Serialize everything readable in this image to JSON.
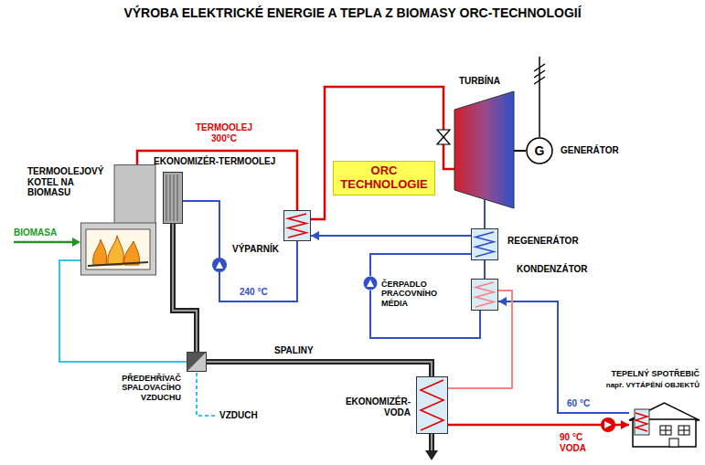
{
  "diagram": {
    "title": "VÝROBA ELEKTRICKÉ ENERGIE A TEPLA Z BIOMASY ORC-TECHNOLOGIÍ",
    "nodes": [
      {
        "text": [
          "TERMOOLEJOVÝ KOTEL NA BIOMASU"
        ]
      },
      {
        "text": [
          "EKONOMIZÉR-TERMOOLEJ"
        ]
      },
      {
        "text": [
          "VÝPARNÍK"
        ]
      },
      {
        "text": [
          "TURBÍNA"
        ]
      },
      {
        "text": [
          "G",
          "GENERÁTOR"
        ]
      },
      {
        "text": [
          "REGENERÁTOR"
        ]
      },
      {
        "text": [
          "KONDENZÁTOR"
        ]
      },
      {
        "text": [
          "ČERPADLO PRACOVNÍHO MÉDIA"
        ]
      },
      {
        "text": [
          "PŘEDEHŘÍVAČ SPALOVACÍHO VZDUCHU"
        ]
      },
      {
        "text": [
          "EKONOMIZÉR-VODA"
        ]
      },
      {
        "text": [
          "TEPELNÝ SPOTŘEBIČ",
          "např. VYTÁPĚNÍ OBJEKTŮ"
        ]
      },
      {
        "text": [
          "ORC TECHNOLOGIE"
        ]
      }
    ],
    "edges": [
      {
        "from": 0,
        "to": 2,
        "arrow": "none"
      },
      {
        "from": 2,
        "to": 1,
        "arrow": "none"
      },
      {
        "from": 2,
        "to": 3,
        "arrow": "none"
      },
      {
        "from": 3,
        "to": 4,
        "arrow": "none"
      },
      {
        "from": 3,
        "to": 5,
        "arrow": "none"
      },
      {
        "from": 5,
        "to": 6,
        "arrow": "none"
      },
      {
        "from": 6,
        "to": 7,
        "arrow": "none"
      },
      {
        "from": 7,
        "to": 5,
        "arrow": "none"
      },
      {
        "from": 5,
        "to": 2,
        "arrow": "to"
      },
      {
        "from": 1,
        "to": 8,
        "arrow": "none"
      },
      {
        "from": 8,
        "to": 0,
        "arrow": "none"
      },
      {
        "from": 8,
        "to": 9,
        "label": "SPALINY",
        "arrow": "none"
      },
      {
        "from": 10,
        "to": 6,
        "arrow": "to"
      },
      {
        "from": 6,
        "to": 9,
        "arrow": "none"
      },
      {
        "from": 9,
        "to": 10,
        "arrow": "to"
      }
    ],
    "labels": [
      "TERMOOLEJ 300°C",
      "240 °C",
      "BIOMASA",
      "VZDUCH",
      "60 °C",
      "90 °C VODA"
    ]
  }
}
